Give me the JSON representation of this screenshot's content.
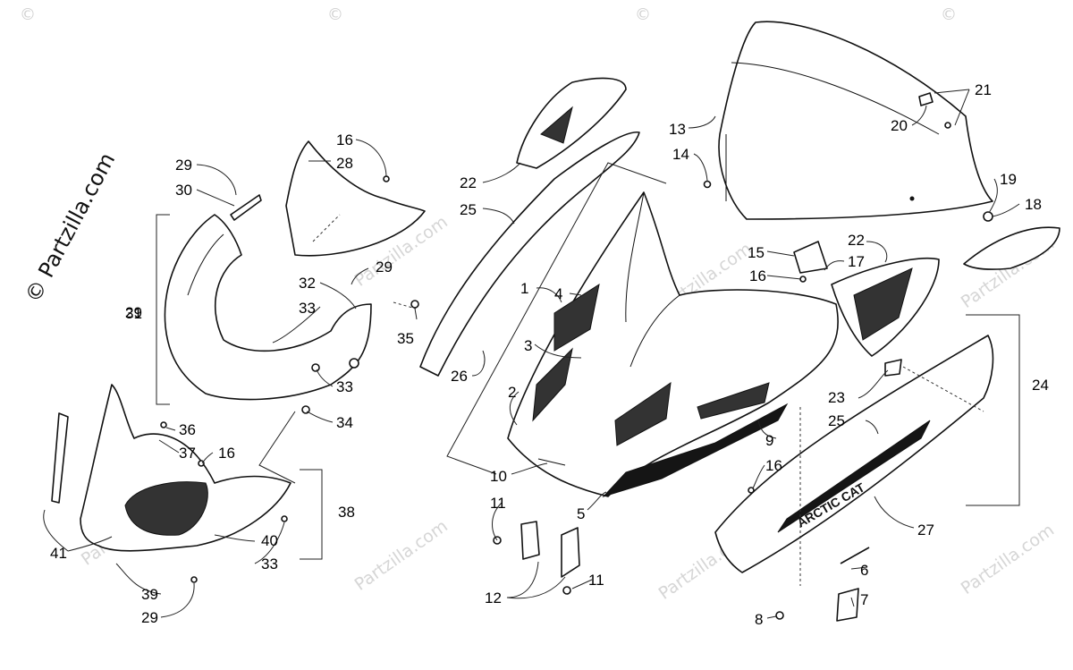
{
  "watermark": {
    "site": "Partzilla.com",
    "side_text": "© Partzilla.com",
    "corner": "©"
  },
  "decal_text": "ARCTIC CAT",
  "callouts": [
    "1",
    "2",
    "3",
    "4",
    "5",
    "6",
    "7",
    "8",
    "9",
    "10",
    "11",
    "11",
    "12",
    "13",
    "14",
    "15",
    "16",
    "16",
    "16",
    "16",
    "17",
    "18",
    "19",
    "20",
    "21",
    "22",
    "22",
    "23",
    "24",
    "25",
    "25",
    "26",
    "27",
    "28",
    "29",
    "29",
    "29",
    "29",
    "30",
    "31",
    "32",
    "33",
    "33",
    "33",
    "34",
    "35",
    "36",
    "37",
    "38",
    "39",
    "40",
    "41"
  ],
  "colors": {
    "ink": "#111111",
    "watermark": "#d6d6d6",
    "paper": "#ffffff"
  }
}
